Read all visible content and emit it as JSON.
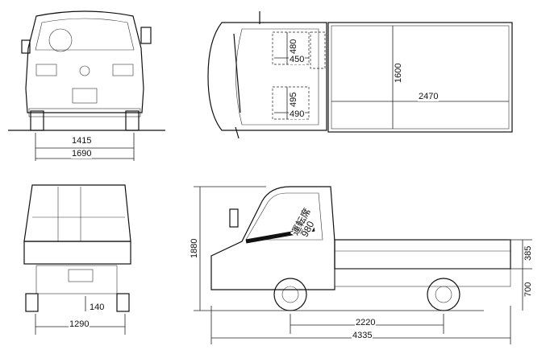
{
  "title": "Truck dimension drawing",
  "front_view": {
    "tread_width": "1415",
    "overall_width": "1690"
  },
  "top_view": {
    "seat_depth_front": "480",
    "seat_width_front": "450",
    "seat_depth_rear": "495",
    "seat_width_rear": "490",
    "bed_width": "1600",
    "bed_length": "2470"
  },
  "rear_view": {
    "ground_clearance": "140",
    "rear_tread": "1290"
  },
  "side_view": {
    "overall_height": "1880",
    "cab_label": "運転席",
    "cab_height": "980",
    "bed_side_height": "385",
    "bed_floor_height": "700",
    "wheelbase": "2220",
    "overall_length": "4335"
  }
}
